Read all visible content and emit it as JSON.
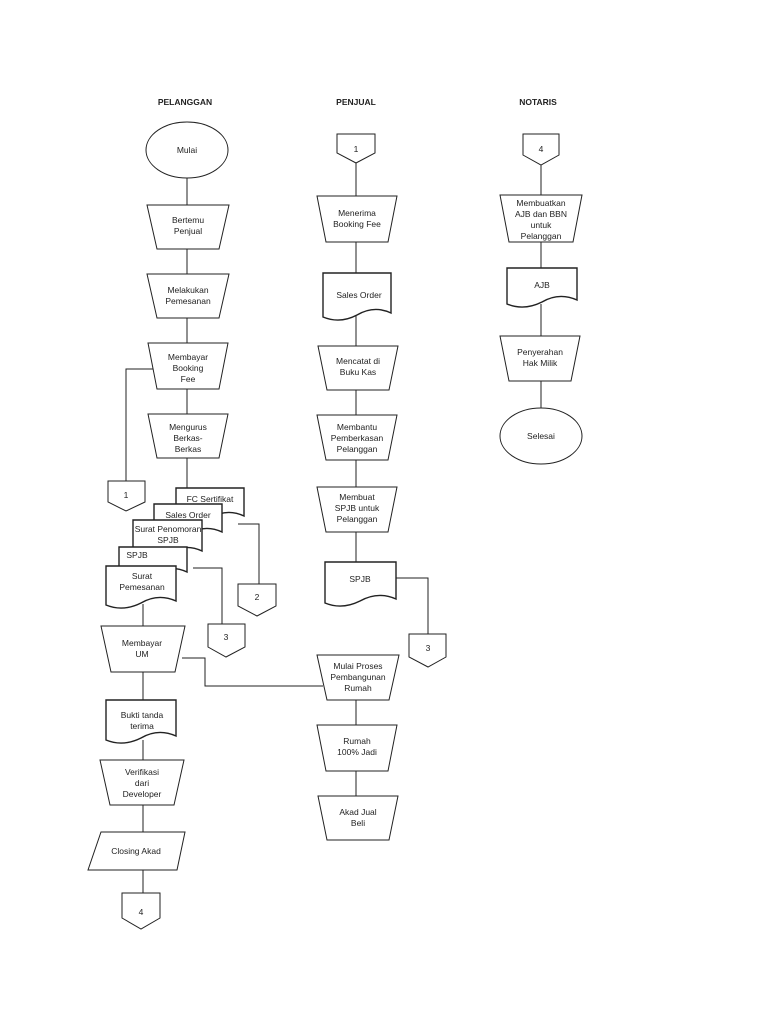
{
  "lanes": {
    "pelanggan": "PELANGGAN",
    "penjual": "PENJUAL",
    "notaris": "NOTARIS"
  },
  "pelanggan": {
    "mulai": "Mulai",
    "bertemu": [
      "Bertemu",
      "Penjual"
    ],
    "pemesanan": [
      "Melakukan",
      "Pemesanan"
    ],
    "booking": [
      "Membayar",
      "Booking",
      "Fee"
    ],
    "berkas": [
      "Mengurus",
      "Berkas-",
      "Berkas"
    ],
    "conn_out": "1",
    "docs": {
      "fc": "FC Sertifikat",
      "sales_order": "Sales Order",
      "penomoran": [
        "Surat Penomoran",
        "SPJB"
      ],
      "spjb": "SPJB",
      "pemesanan": [
        "Surat",
        "Pemesanan"
      ]
    },
    "conn_2": "2",
    "conn_3": "3",
    "um": [
      "Membayar",
      "UM"
    ],
    "bukti": [
      "Bukti tanda",
      "terima"
    ],
    "verifikasi": [
      "Verifikasi",
      "dari",
      "Developer"
    ],
    "closing": "Closing Akad",
    "conn_4": "4"
  },
  "penjual": {
    "conn_in": "1",
    "menerima": [
      "Menerima",
      "Booking Fee"
    ],
    "sales_order": "Sales Order",
    "mencatat": [
      "Mencatat di",
      "Buku Kas"
    ],
    "membantu": [
      "Membantu",
      "Pemberkasan",
      "Pelanggan"
    ],
    "membuat": [
      "Membuat",
      "SPJB untuk",
      "Pelanggan"
    ],
    "spjb": "SPJB",
    "conn_3": "3",
    "mulai_proses": [
      "Mulai Proses",
      "Pembangunan",
      "Rumah"
    ],
    "rumah": [
      "Rumah",
      "100% Jadi"
    ],
    "akad": [
      "Akad Jual",
      "Beli"
    ]
  },
  "notaris": {
    "conn_in": "4",
    "membuatkan": [
      "Membuatkan",
      "AJB dan BBN",
      "untuk",
      "Pelanggan"
    ],
    "ajb": "AJB",
    "penyerahan": [
      "Penyerahan",
      "Hak Milik"
    ],
    "selesai": "Selesai"
  }
}
